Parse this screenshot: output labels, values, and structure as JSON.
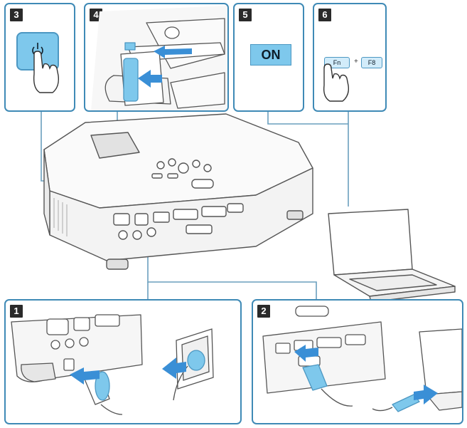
{
  "steps": [
    {
      "number": "1",
      "label": ""
    },
    {
      "number": "2",
      "label": ""
    },
    {
      "number": "3",
      "label": ""
    },
    {
      "number": "4",
      "label": ""
    },
    {
      "number": "5",
      "label": ""
    },
    {
      "number": "6",
      "label": ""
    }
  ],
  "step5": {
    "on_text": "ON"
  },
  "step6": {
    "key1": "Fn",
    "plus": "+",
    "key2": "F8"
  },
  "icons": {
    "step3": [
      "power-button-icon",
      "finger-press-icon"
    ],
    "step4": [
      "lens-cover-slide-icon",
      "arrow-left-icon"
    ],
    "step6": [
      "finger-press-icon"
    ],
    "step1": [
      "power-cord-icon",
      "wall-outlet-icon",
      "arrow-icon"
    ],
    "step2": [
      "vga-cable-icon",
      "laptop-icon",
      "arrow-icon"
    ],
    "main": [
      "projector-icon",
      "laptop-icon"
    ]
  },
  "colors": {
    "panel_border": "#3f8ab6",
    "accent": "#7ec8ec",
    "arrow": "#3a8fd6",
    "line": "#6a9fbe"
  }
}
